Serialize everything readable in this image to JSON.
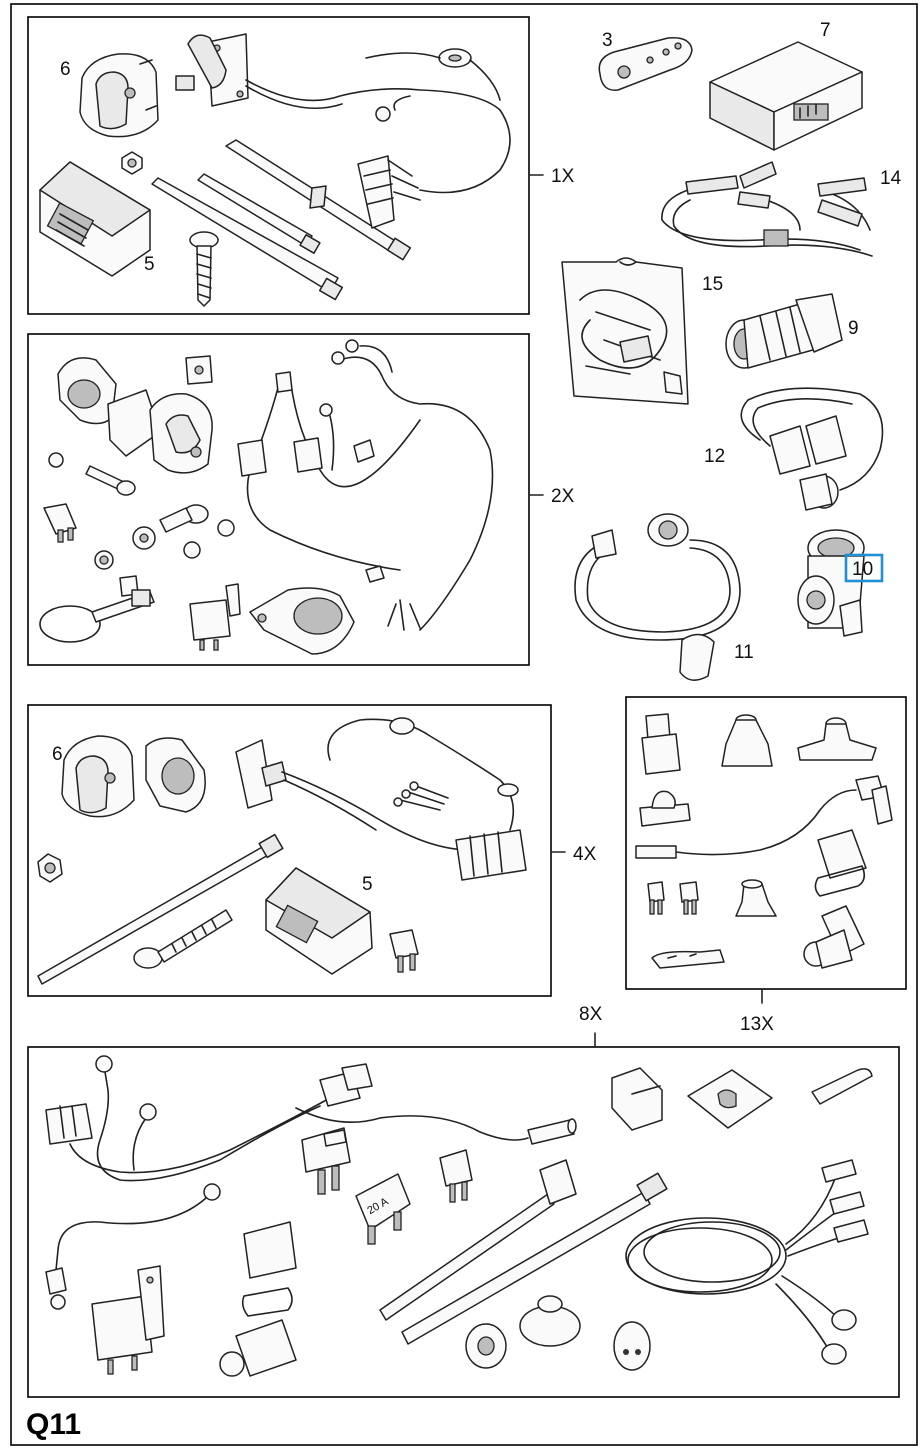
{
  "figure": {
    "code": "Q11",
    "highlight_color": "#1f8fd6",
    "groups": [
      {
        "id": "group-1",
        "label": "1X"
      },
      {
        "id": "group-2",
        "label": "2X"
      },
      {
        "id": "group-4",
        "label": "4X"
      },
      {
        "id": "group-8",
        "label": "8X"
      },
      {
        "id": "group-13",
        "label": "13X"
      }
    ],
    "part_numbers": {
      "p6a": "6",
      "p5a": "5",
      "p6b": "6",
      "p5b": "5",
      "p3": "3",
      "p7": "7",
      "p14": "14",
      "p15": "15",
      "p9": "9",
      "p12": "12",
      "p10": "10",
      "p11": "11"
    },
    "fuse_text": "20 A"
  }
}
